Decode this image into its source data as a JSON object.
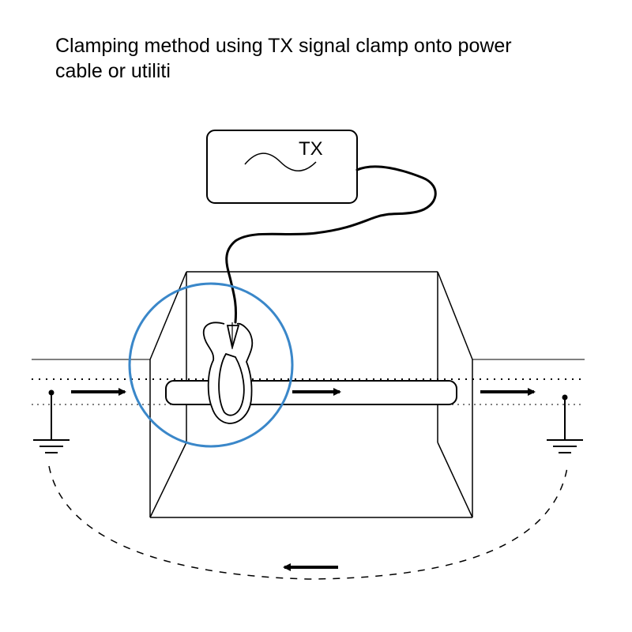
{
  "caption": {
    "line1": "Clamping method using TX signal clamp onto power",
    "line2": "cable or utiliti"
  },
  "transmitter": {
    "label": "TX"
  },
  "colors": {
    "highlight_circle": "#3a87c9",
    "line": "#000000",
    "background": "#ffffff"
  }
}
